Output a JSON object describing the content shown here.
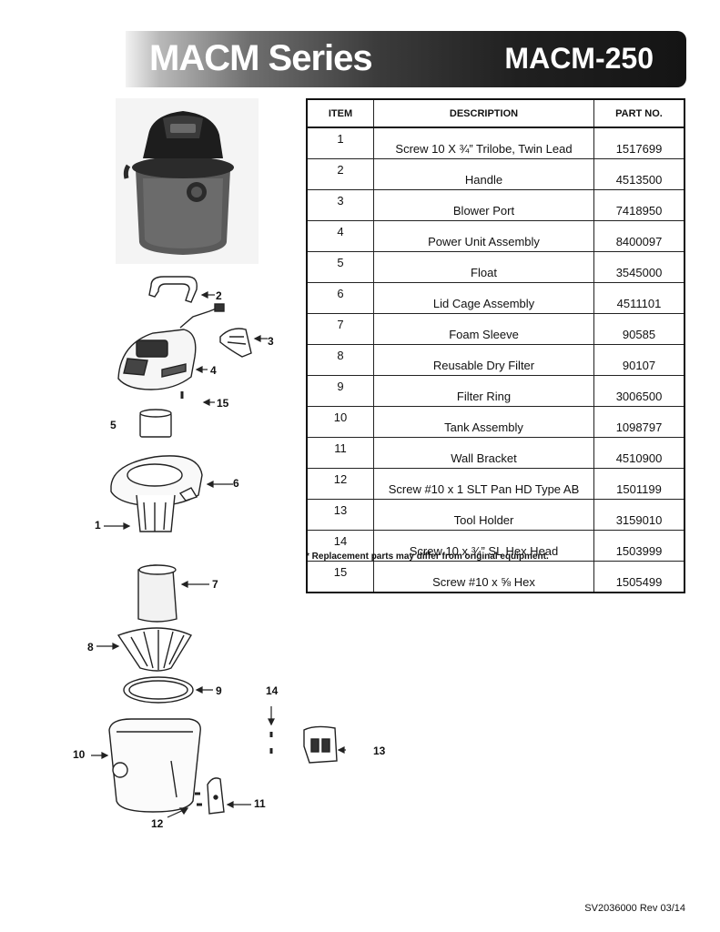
{
  "header": {
    "series_title": "MACM Series",
    "model": "MACM-250"
  },
  "parts_table": {
    "columns": [
      "ITEM",
      "DESCRIPTION",
      "PART NO."
    ],
    "rows": [
      {
        "item": "1",
        "description": "Screw 10 X ¾” Trilobe, Twin Lead",
        "part_no": "1517699"
      },
      {
        "item": "2",
        "description": "Handle",
        "part_no": "4513500"
      },
      {
        "item": "3",
        "description": "Blower Port",
        "part_no": "7418950"
      },
      {
        "item": "4",
        "description": "Power Unit Assembly",
        "part_no": "8400097"
      },
      {
        "item": "5",
        "description": "Float",
        "part_no": "3545000"
      },
      {
        "item": "6",
        "description": "Lid Cage Assembly",
        "part_no": "4511101"
      },
      {
        "item": "7",
        "description": "Foam Sleeve",
        "part_no": "90585"
      },
      {
        "item": "8",
        "description": "Reusable Dry Filter",
        "part_no": "90107"
      },
      {
        "item": "9",
        "description": "Filter Ring",
        "part_no": "3006500"
      },
      {
        "item": "10",
        "description": "Tank Assembly",
        "part_no": "1098797"
      },
      {
        "item": "11",
        "description": "Wall Bracket",
        "part_no": "4510900"
      },
      {
        "item": "12",
        "description": "Screw #10 x 1 SLT Pan HD Type AB",
        "part_no": "1501199"
      },
      {
        "item": "13",
        "description": "Tool Holder",
        "part_no": "3159010"
      },
      {
        "item": "14",
        "description": "Screw 10 x ¾” SL Hex Head",
        "part_no": "1503999"
      },
      {
        "item": "15",
        "description": "Screw #10 x ⅝ Hex",
        "part_no": "1505499"
      }
    ]
  },
  "note": "* Replacement parts may differ from original equipment.",
  "callouts": {
    "c1": "1",
    "c2": "2",
    "c3": "3",
    "c4": "4",
    "c5": "5",
    "c6": "6",
    "c7": "7",
    "c8": "8",
    "c9": "9",
    "c10": "10",
    "c11": "11",
    "c12": "12",
    "c13": "13",
    "c14": "14",
    "c15": "15"
  },
  "footer": {
    "doc_rev": "SV2036000 Rev 03/14"
  }
}
